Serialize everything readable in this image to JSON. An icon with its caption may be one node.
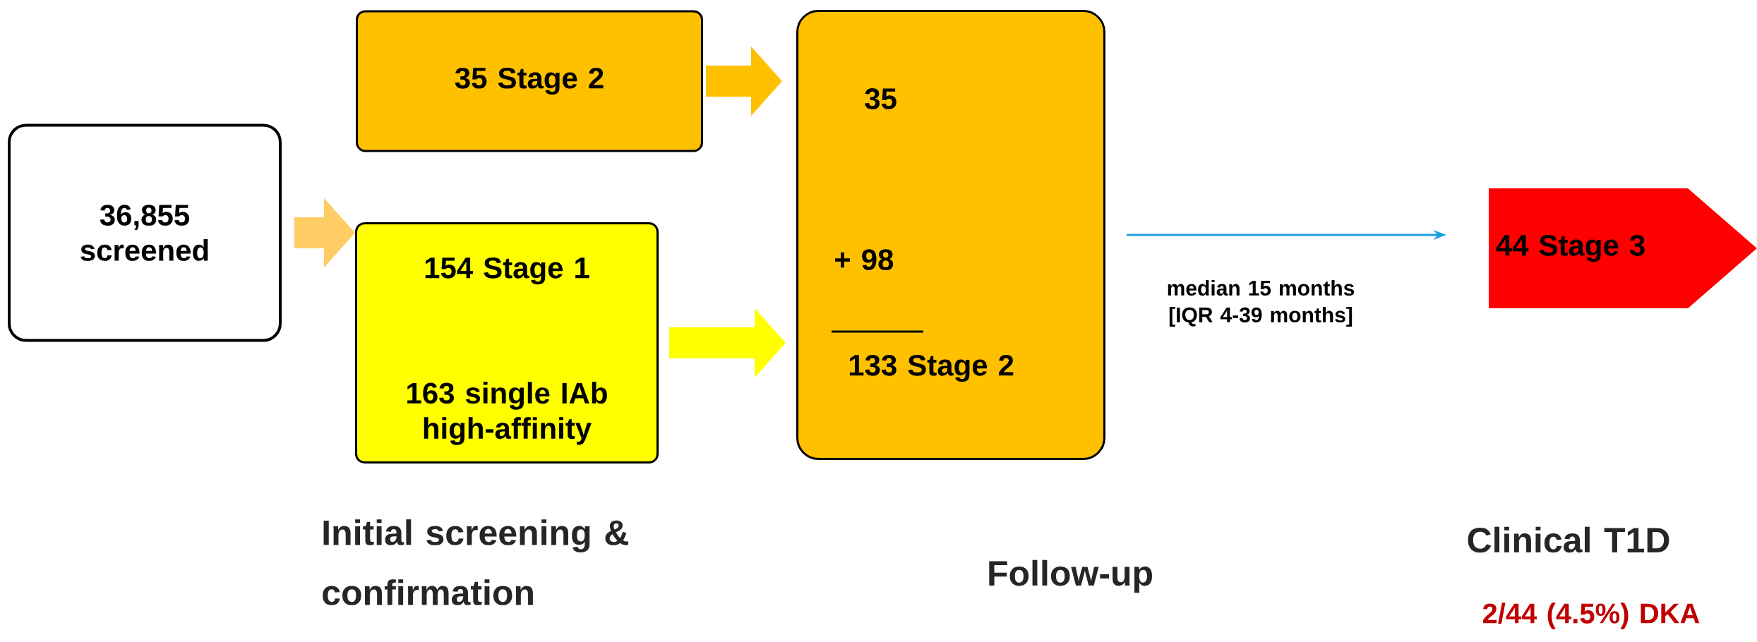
{
  "diagram": {
    "nodes": [
      {
        "text": [
          "36,855 screened"
        ]
      },
      {
        "text": [
          "35 Stage 2"
        ]
      },
      {
        "text": [
          "154 Stage 1",
          "163 single IAb high-affinity"
        ]
      },
      {
        "text": [
          "35",
          "+ 98",
          "133 Stage 2"
        ]
      },
      {
        "text": [
          "44 Stage 3"
        ]
      }
    ],
    "edges": [
      {
        "from": 0,
        "to": 2,
        "arrow": "to",
        "color": "#ffcc66"
      },
      {
        "from": 1,
        "to": 3,
        "arrow": "to",
        "color": "#ffc000"
      },
      {
        "from": 2,
        "to": 3,
        "arrow": "to",
        "color": "#ffff00"
      },
      {
        "from": 3,
        "to": 4,
        "arrow": "to",
        "color": "#1ba1e2",
        "label": "median 15 months [IQR 4-39 months]"
      }
    ],
    "labels": [
      "Initial screening & confirmation",
      "Follow-up",
      "Clinical T1D",
      "2/44 (4.5%) DKA"
    ]
  }
}
